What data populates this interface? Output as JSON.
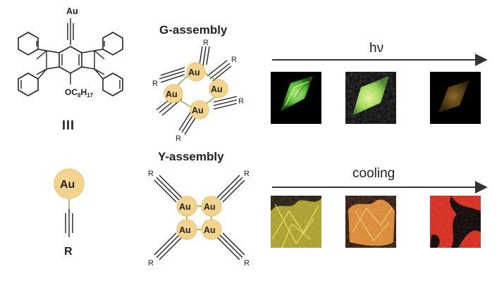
{
  "labels": {
    "g_assembly": "G-assembly",
    "y_assembly": "Y-assembly",
    "hv": "hν",
    "cooling": "cooling",
    "compound_id": "III",
    "au": "Au",
    "r": "R",
    "oc8h17_main": "OC",
    "oc8h17_sub1": "8",
    "oc8h17_mid": "H",
    "oc8h17_sub2": "17"
  },
  "colors": {
    "au_fill": "#f3d48e",
    "au_link": "#8ab84a",
    "ink": "#222222",
    "panel_background": "#000000"
  },
  "photos_top": [
    {
      "name": "green-crystal-bright",
      "tint": "#6fe04a"
    },
    {
      "name": "green-crystal-dense",
      "tint": "#b8ec55"
    },
    {
      "name": "faded-crystal",
      "tint": "#7a5a20"
    }
  ],
  "photos_bottom": [
    {
      "name": "yellow-fibres",
      "tint": "#e0d240"
    },
    {
      "name": "orange-fibres",
      "tint": "#ec9a2c"
    },
    {
      "name": "red-fibres",
      "tint": "#e2301e"
    }
  ]
}
